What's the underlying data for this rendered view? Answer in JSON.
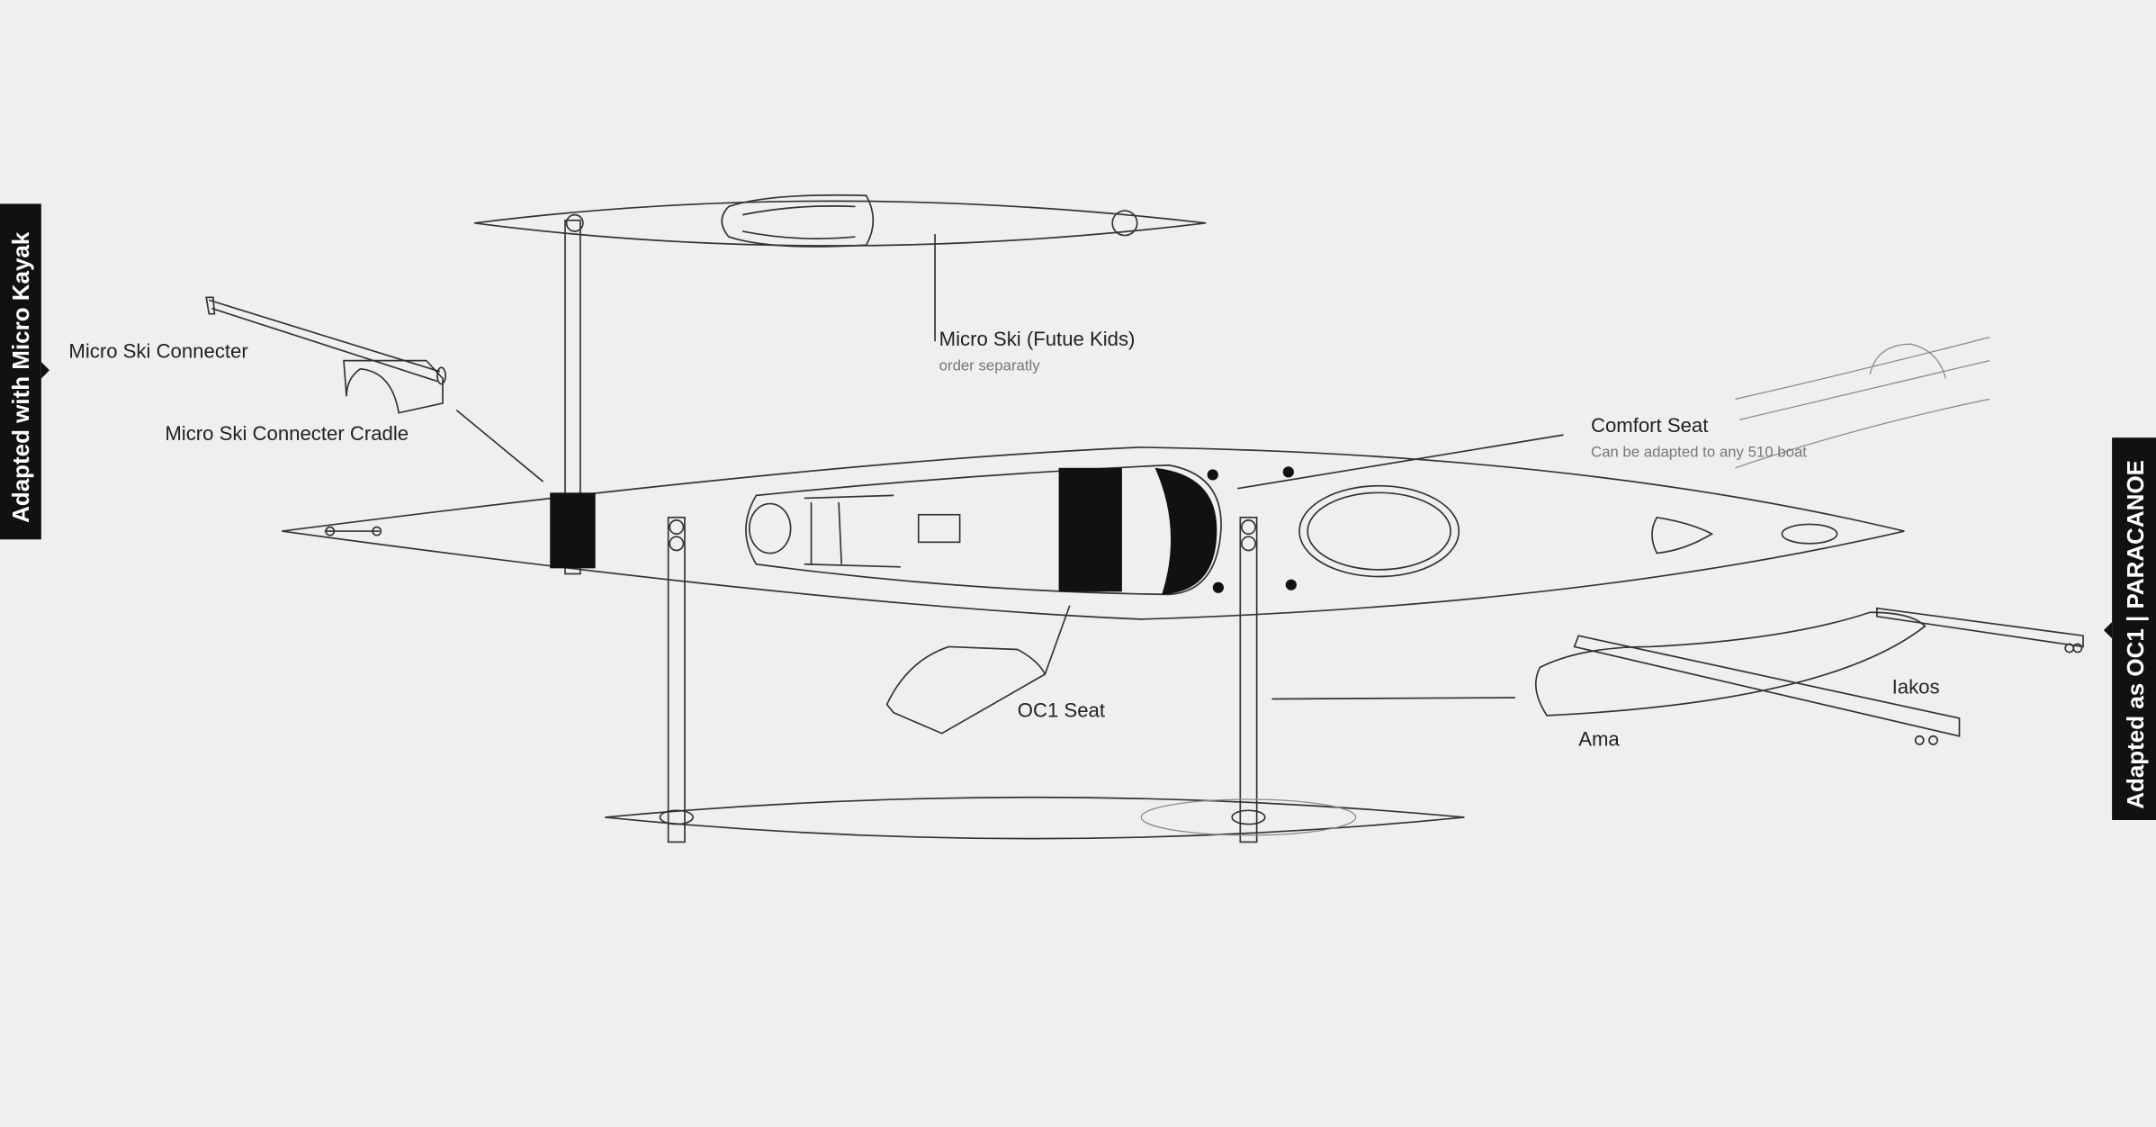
{
  "tabs": {
    "left": "Adapted with Micro Kayak",
    "right": "Adapted as OC1 | PARACANOE"
  },
  "labels": {
    "micro_ski_connecter": "Micro Ski Connecter",
    "micro_ski_connecter_cradle": "Micro Ski Connecter Cradle",
    "micro_ski": "Micro Ski (Futue Kids)",
    "micro_ski_note": "order separatly",
    "comfort_seat": "Comfort Seat",
    "comfort_seat_note": "Can be adapted to any 510 boat",
    "oc1_seat": "OC1 Seat",
    "iakos": "Iakos",
    "ama": "Ama"
  },
  "colors": {
    "background": "#efefef",
    "tab": "#111111",
    "line": "#333333"
  }
}
